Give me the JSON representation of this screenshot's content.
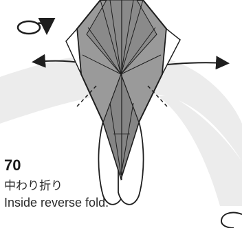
{
  "step": {
    "number": "70",
    "label_jp": "中わり折り",
    "label_en": "Inside reverse fold."
  },
  "icons": [
    "rotate-over-icon",
    "left-arrow-icon",
    "right-arrow-icon",
    "partial-rotate-icon"
  ],
  "colors": {
    "paper_gray": "#9a9a9a",
    "paper_dark": "#7d7d7d",
    "line": "#1e1e1e",
    "band": "#ececec"
  }
}
